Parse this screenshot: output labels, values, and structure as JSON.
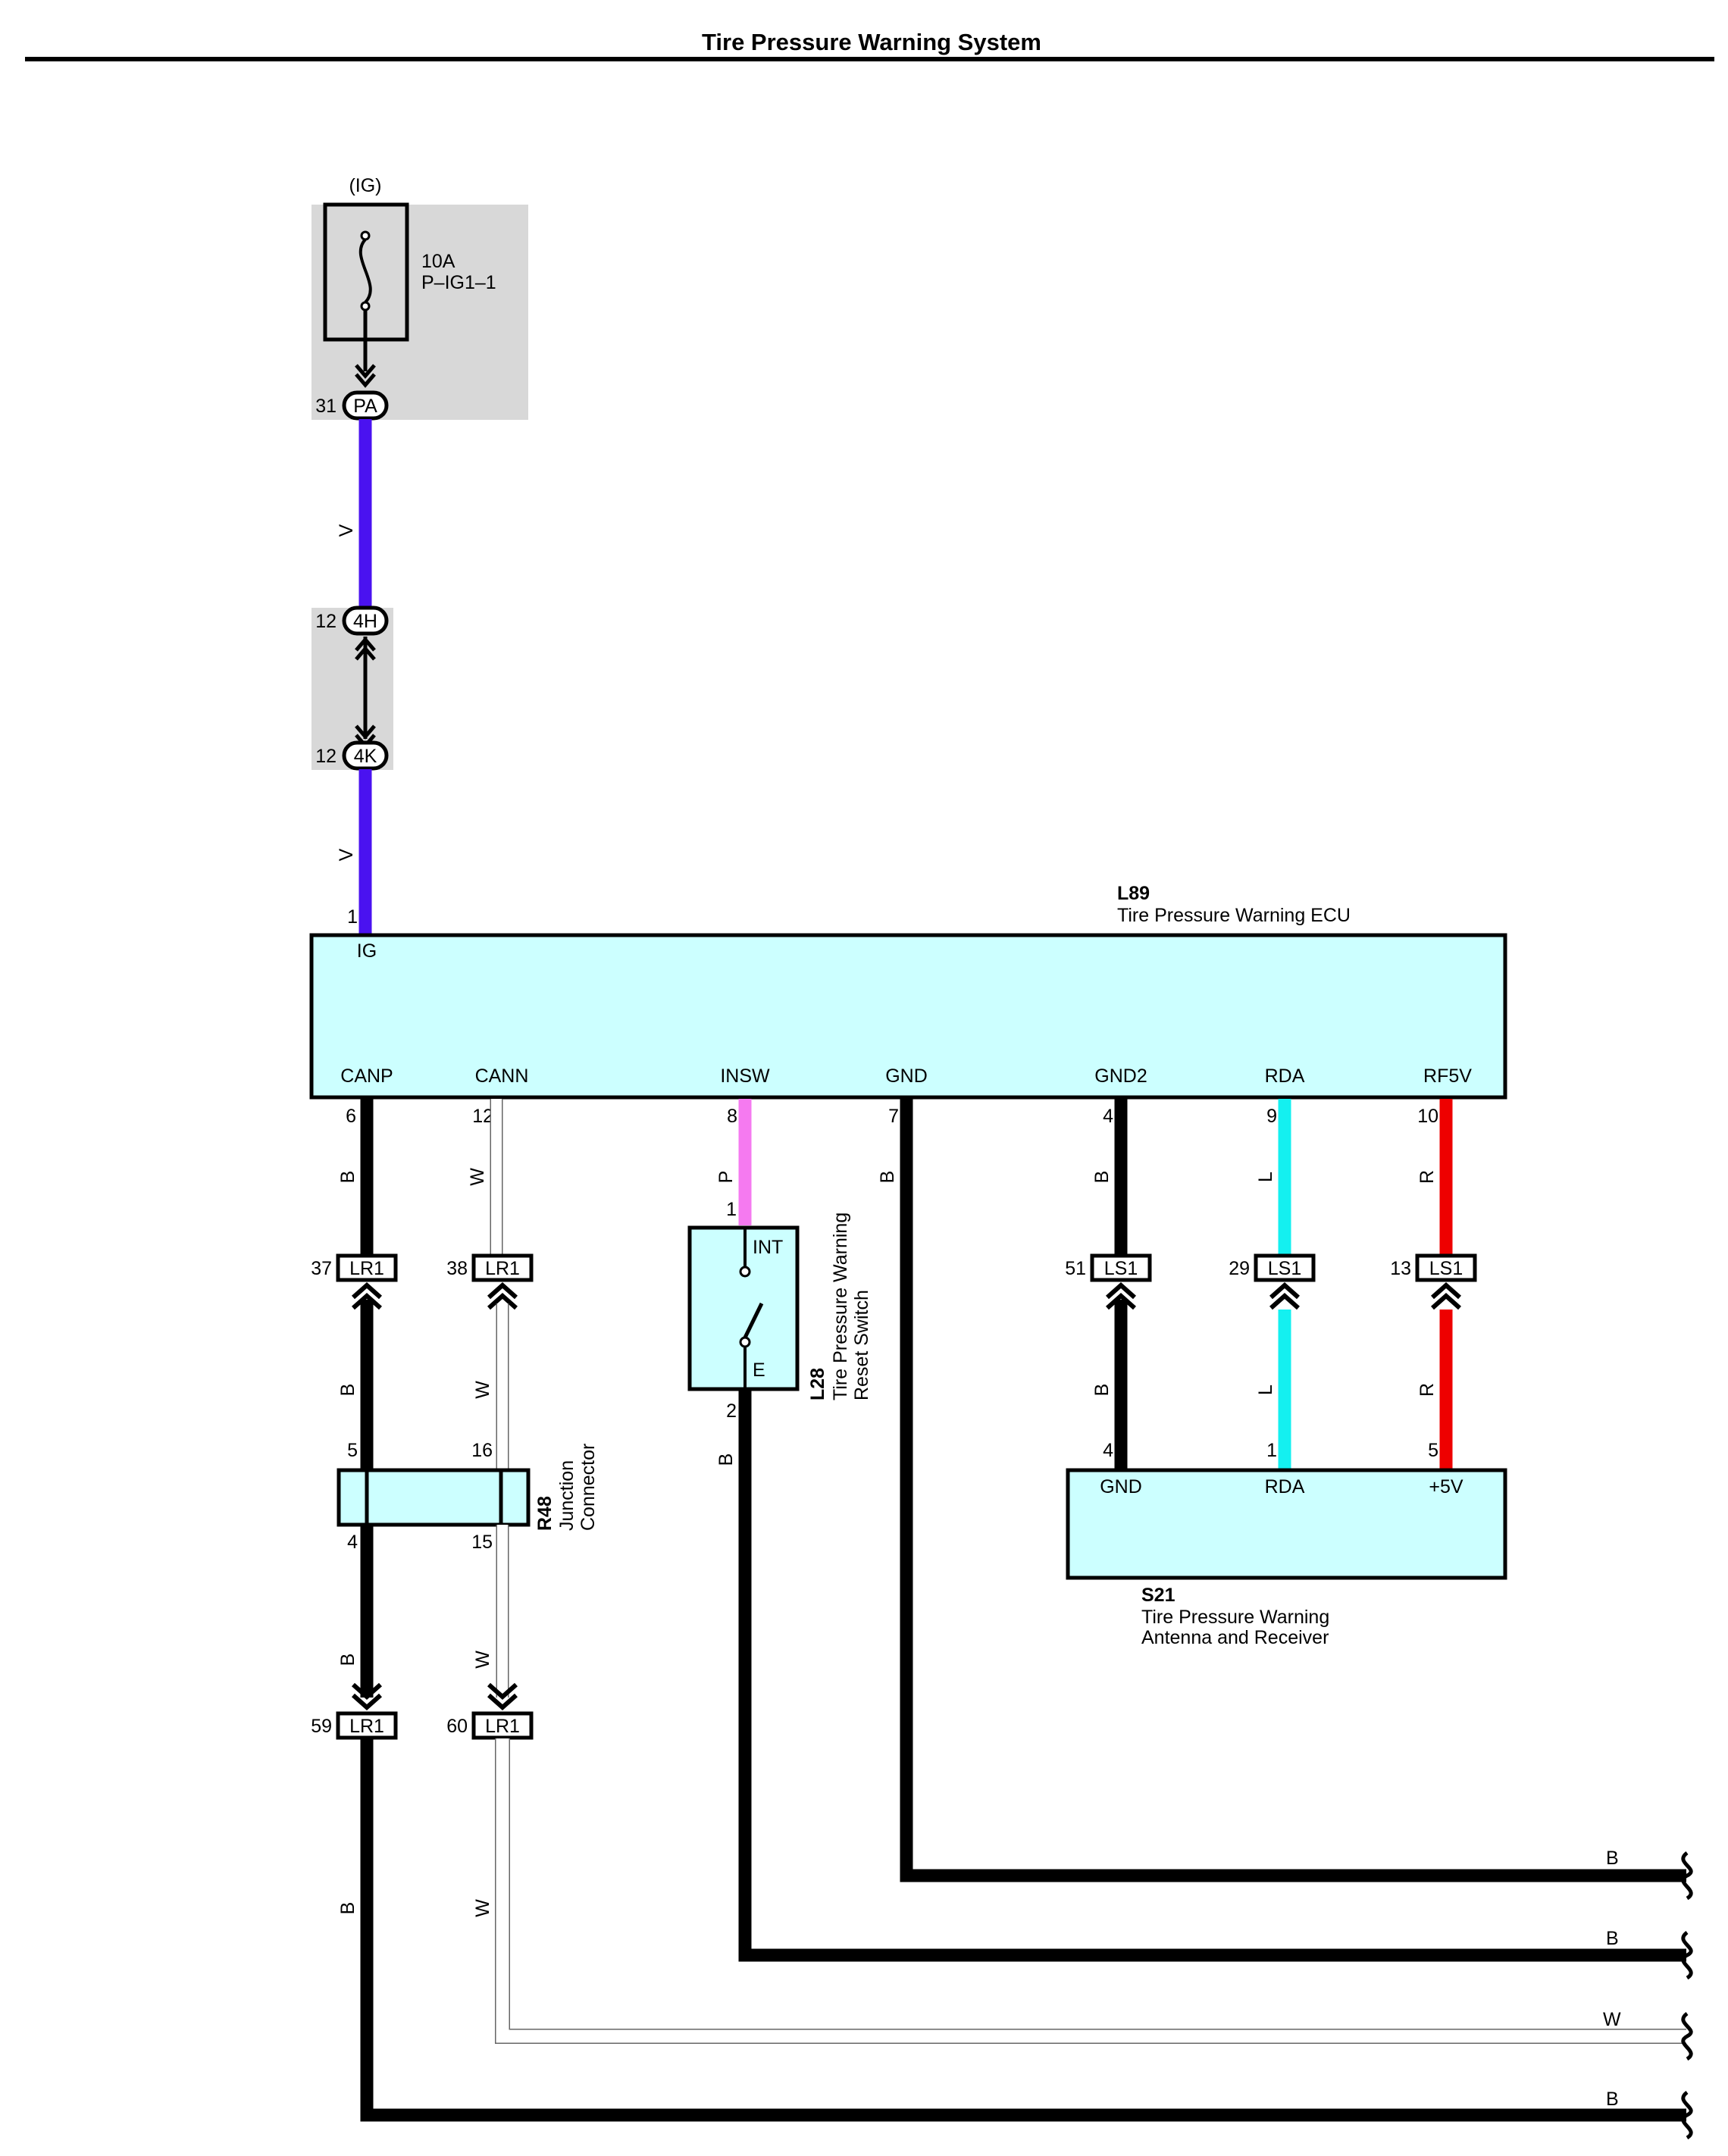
{
  "title": "Tire Pressure Warning System",
  "colors": {
    "wire_v": "#4a12f0",
    "wire_p": "#f57af0",
    "wire_l": "#14f0f0",
    "wire_r": "#ee0000",
    "wire_b": "#000000",
    "wire_w": "#ffffff",
    "component_fill": "#ccffff",
    "shade": "#d8d8d8"
  },
  "fuse": {
    "source": "(IG)",
    "rating": "10A",
    "name": "P–IG1–1"
  },
  "connectors": {
    "pa": {
      "pin": "31",
      "name": "PA"
    },
    "h4": {
      "pin": "12",
      "name": "4H"
    },
    "k4": {
      "pin": "12",
      "name": "4K"
    },
    "lr1_canp_top": {
      "pin": "37",
      "name": "LR1"
    },
    "lr1_cann_top": {
      "pin": "38",
      "name": "LR1"
    },
    "lr1_canp_bot": {
      "pin": "59",
      "name": "LR1"
    },
    "lr1_cann_bot": {
      "pin": "60",
      "name": "LR1"
    },
    "ls1_gnd2": {
      "pin": "51",
      "name": "LS1"
    },
    "ls1_rda": {
      "pin": "29",
      "name": "LS1"
    },
    "ls1_rf5v": {
      "pin": "13",
      "name": "LS1"
    }
  },
  "ecu": {
    "code": "L89",
    "name": "Tire Pressure Warning ECU",
    "top_pin": {
      "num": "1",
      "name": "IG"
    },
    "pins": [
      {
        "num": "6",
        "name": "CANP"
      },
      {
        "num": "12",
        "name": "CANN"
      },
      {
        "num": "8",
        "name": "INSW"
      },
      {
        "num": "7",
        "name": "GND"
      },
      {
        "num": "4",
        "name": "GND2"
      },
      {
        "num": "9",
        "name": "RDA"
      },
      {
        "num": "10",
        "name": "RF5V"
      }
    ]
  },
  "switch": {
    "code": "L28",
    "name_line1": "Tire Pressure Warning",
    "name_line2": "Reset Switch",
    "pin_top": "1",
    "pin_bottom": "2",
    "label_top": "INT",
    "label_bottom": "E"
  },
  "junction": {
    "code": "R48",
    "name_line1": "Junction",
    "name_line2": "Connector",
    "pins": {
      "left_top": "5",
      "right_top": "16",
      "left_bottom": "4",
      "right_bottom": "15"
    }
  },
  "receiver": {
    "code": "S21",
    "name_line1": "Tire Pressure Warning",
    "name_line2": "Antenna and Receiver",
    "pins": [
      {
        "num": "4",
        "name": "GND"
      },
      {
        "num": "1",
        "name": "RDA"
      },
      {
        "num": "5",
        "name": "+5V"
      }
    ]
  },
  "wire_colors": {
    "v": "V",
    "b": "B",
    "w": "W",
    "p": "P",
    "l": "L",
    "r": "R"
  },
  "right_labels": [
    "B",
    "B",
    "W",
    "B"
  ]
}
